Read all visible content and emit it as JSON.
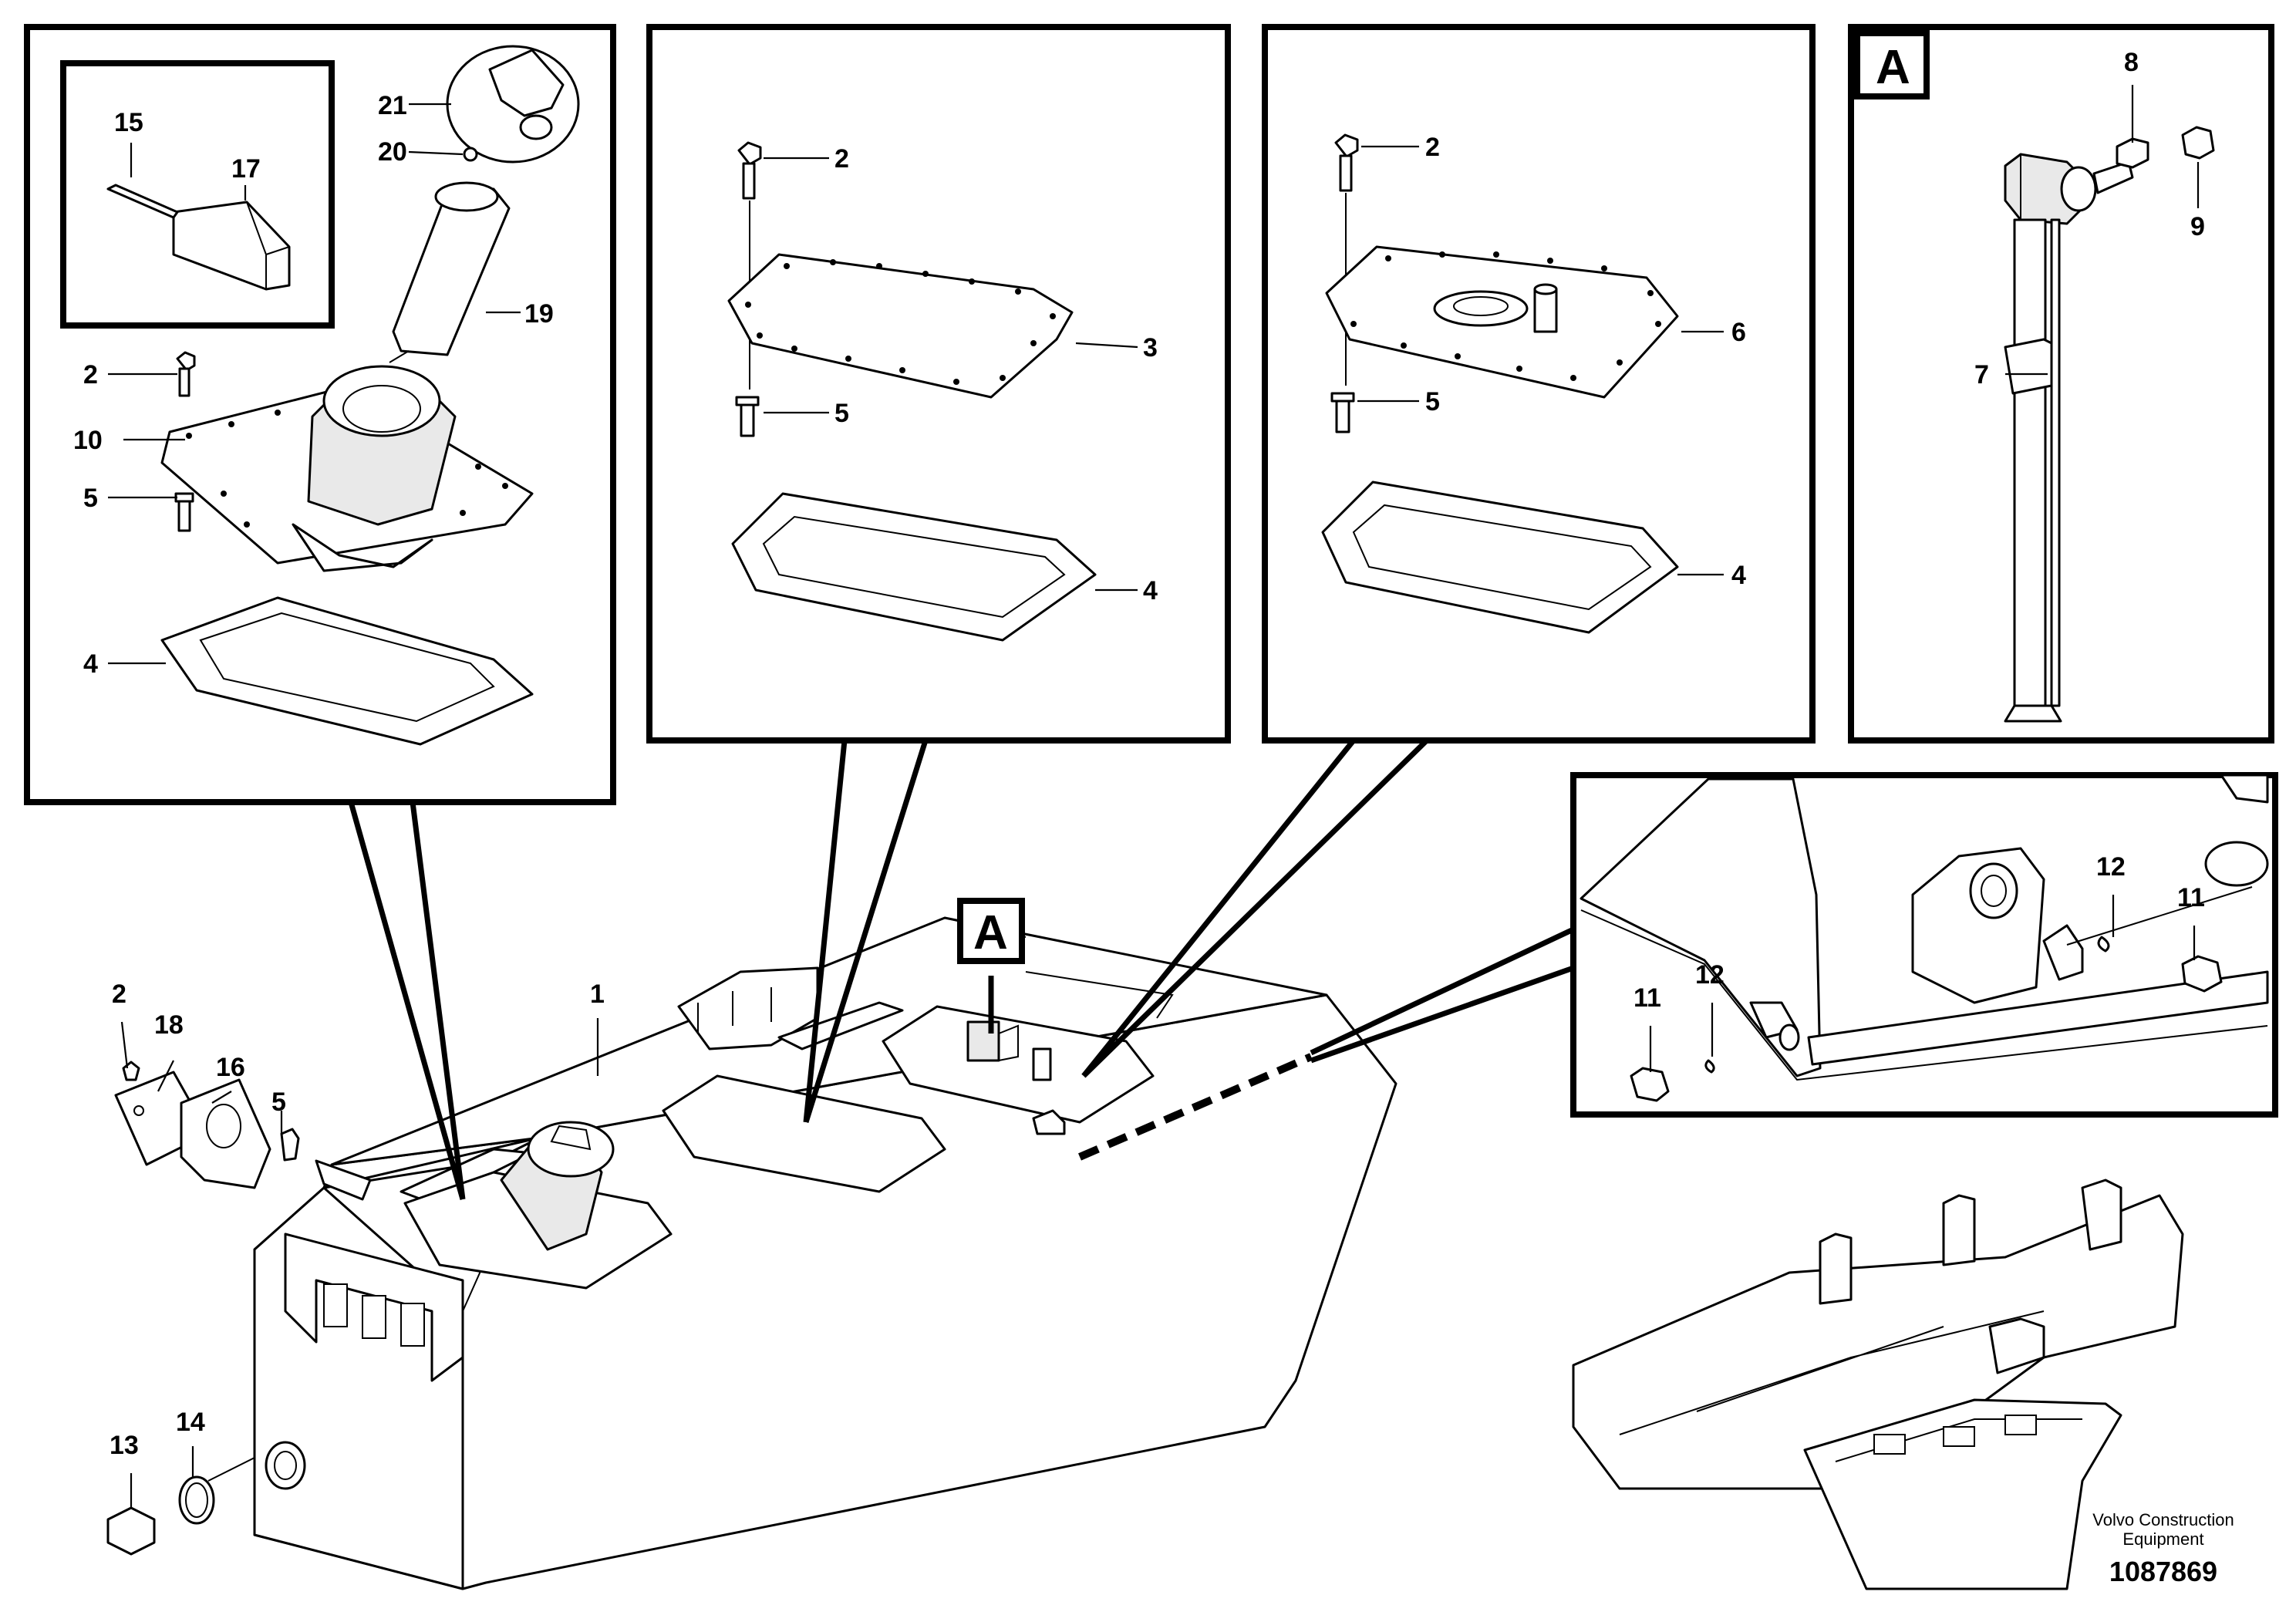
{
  "callouts": {
    "c1": "1",
    "c2": "2",
    "c3": "3",
    "c4": "4",
    "c5": "5",
    "c6": "6",
    "c7": "7",
    "c8": "8",
    "c9": "9",
    "c10": "10",
    "c11": "11",
    "c12": "12",
    "c13": "13",
    "c14": "14",
    "c15": "15",
    "c16": "16",
    "c17": "17",
    "c18": "18",
    "c19": "19",
    "c20": "20",
    "c21": "21"
  },
  "view_letter": "A",
  "brand_line1": "Volvo Construction",
  "brand_line2": "Equipment",
  "drawing_number": "1087869"
}
